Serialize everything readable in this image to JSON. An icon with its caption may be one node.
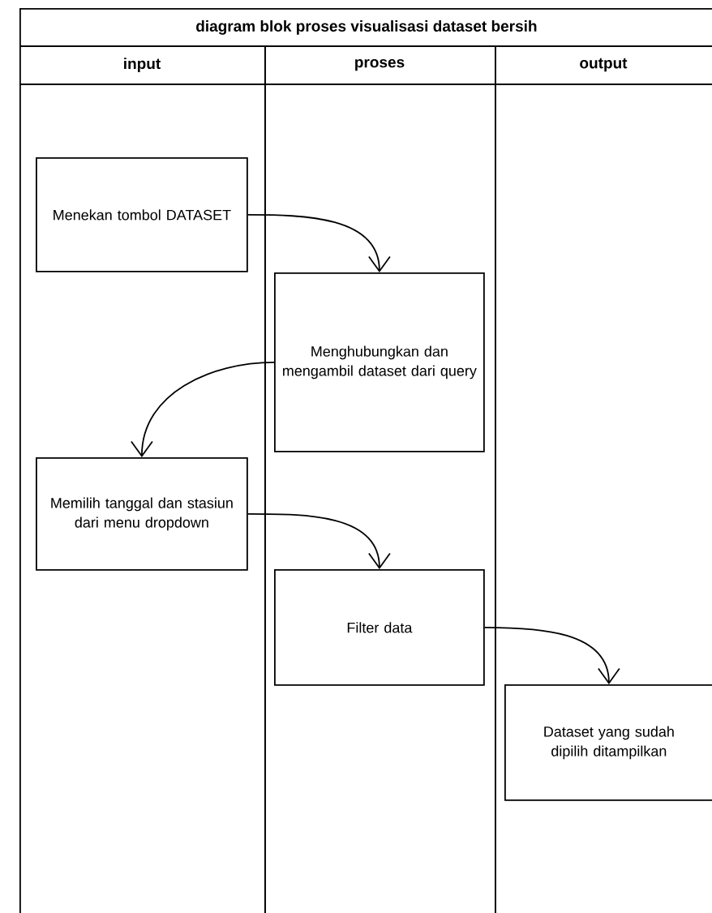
{
  "diagram": {
    "title": "diagram blok proses visualisasi dataset bersih",
    "nodes": [
      {
        "text": [
          "input"
        ]
      },
      {
        "text": [
          "proses"
        ]
      },
      {
        "text": [
          "output"
        ]
      },
      {
        "text": [
          "Menekan tombol DATASET"
        ],
        "in": 0
      },
      {
        "text": [
          "Menghubungkan dan mengambil dataset dari query"
        ],
        "in": 1
      },
      {
        "text": [
          "Memilih tanggal dan stasiun dari menu dropdown"
        ],
        "in": 0
      },
      {
        "text": [
          "Filter data"
        ],
        "in": 1
      },
      {
        "text": [
          "Dataset yang sudah dipilih ditampilkan"
        ],
        "in": 2
      }
    ],
    "edges": [
      {
        "from": 3,
        "to": 4,
        "arrow": "to"
      },
      {
        "from": 4,
        "to": 5,
        "arrow": "to"
      },
      {
        "from": 5,
        "to": 6,
        "arrow": "to"
      },
      {
        "from": 6,
        "to": 7,
        "arrow": "to"
      }
    ]
  }
}
